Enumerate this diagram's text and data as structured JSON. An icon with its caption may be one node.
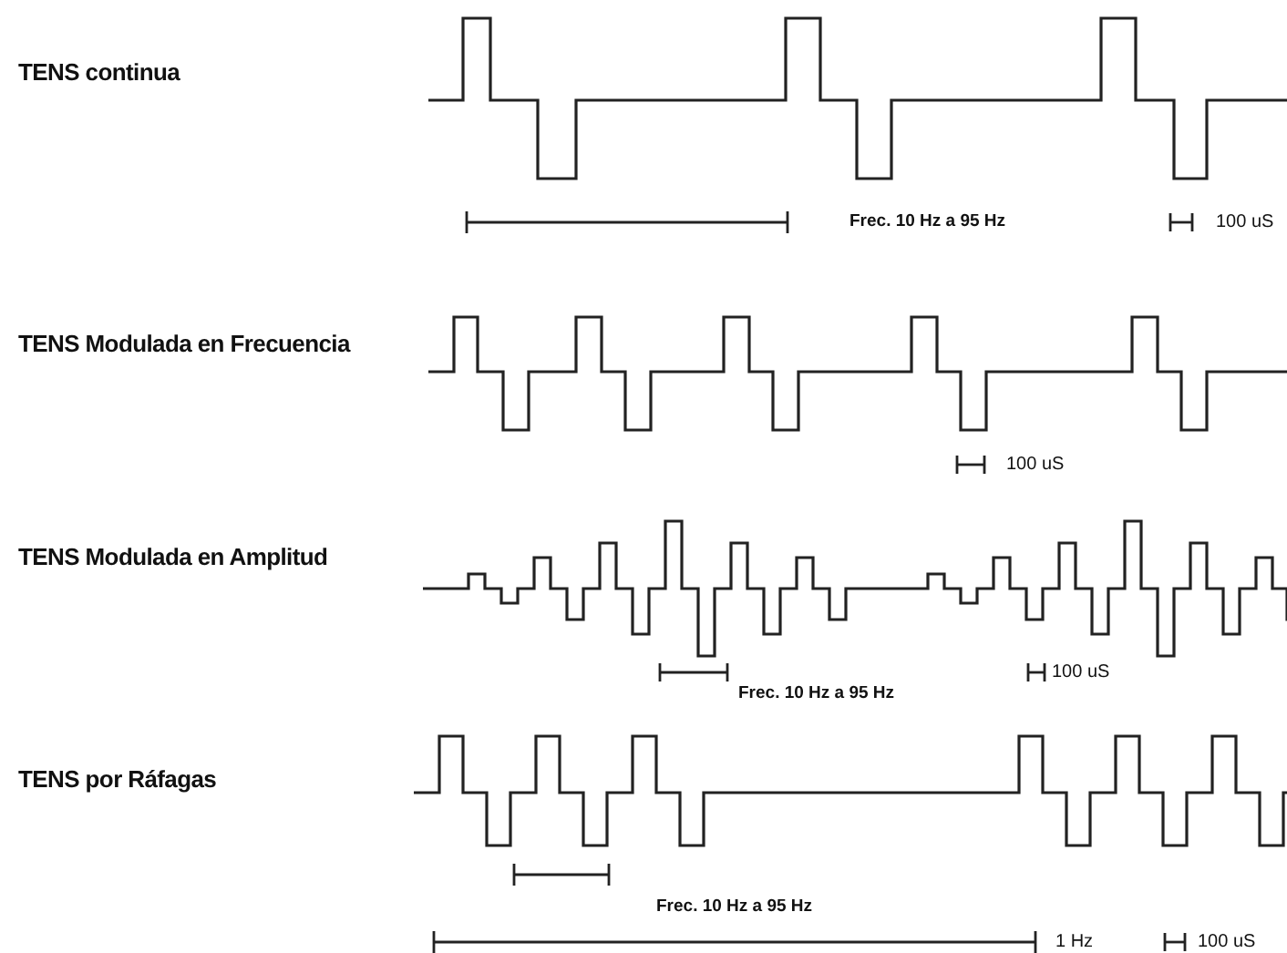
{
  "diagram": {
    "labels": [
      "TENS continua",
      "Frec. 10 Hz a 95 Hz",
      "100 uS",
      "TENS Modulada en Frecuencia",
      "100 uS",
      "TENS Modulada en Amplitud",
      "100 uS",
      "Frec. 10 Hz a 95 Hz",
      "TENS por Ráfagas",
      "Frec. 10 Hz a 95 Hz",
      "1 Hz",
      "100 uS"
    ]
  }
}
